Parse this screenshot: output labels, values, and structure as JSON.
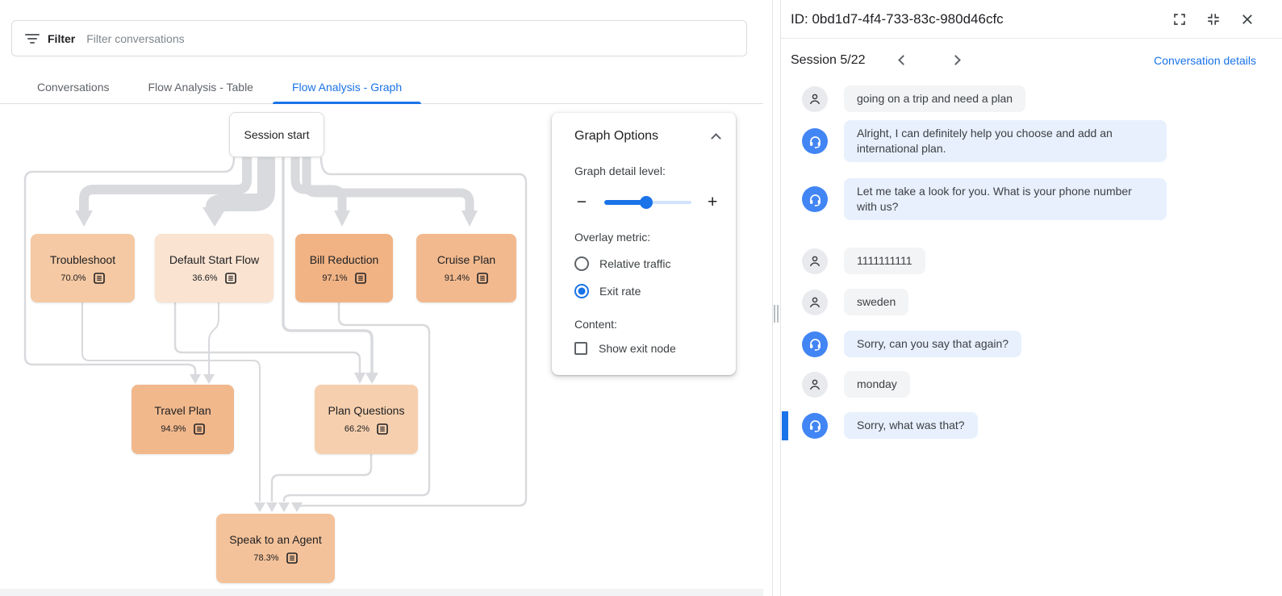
{
  "left_panel": {
    "filter": {
      "label": "Filter",
      "placeholder": "Filter conversations"
    },
    "tabs": [
      {
        "label": "Conversations",
        "active": false
      },
      {
        "label": "Flow Analysis - Table",
        "active": false
      },
      {
        "label": "Flow Analysis - Graph",
        "active": true
      }
    ],
    "graph": {
      "start_node": {
        "label": "Session start"
      },
      "nodes": [
        {
          "label": "Troubleshoot",
          "exit_rate": "70.0%",
          "color": "#f5c9a3"
        },
        {
          "label": "Default Start Flow",
          "exit_rate": "36.6%",
          "color": "#fae3d0"
        },
        {
          "label": "Bill Reduction",
          "exit_rate": "97.1%",
          "color": "#f1b384"
        },
        {
          "label": "Cruise Plan",
          "exit_rate": "91.4%",
          "color": "#f2b98e"
        },
        {
          "label": "Travel Plan",
          "exit_rate": "94.9%",
          "color": "#f1b88c"
        },
        {
          "label": "Plan Questions",
          "exit_rate": "66.2%",
          "color": "#f6d0ae"
        },
        {
          "label": "Speak to an Agent",
          "exit_rate": "78.3%",
          "color": "#f4c29a"
        }
      ]
    },
    "graph_options": {
      "title": "Graph Options",
      "detail_label": "Graph detail level:",
      "minus": "−",
      "plus": "+",
      "slider_value_pct": 48,
      "overlay_label": "Overlay metric:",
      "radios": [
        {
          "label": "Relative traffic",
          "selected": false
        },
        {
          "label": "Exit rate",
          "selected": true
        }
      ],
      "content_label": "Content:",
      "checkbox_label": "Show exit node",
      "checkbox_checked": false
    }
  },
  "right_panel": {
    "title": "ID: 0bd1d7-4f4-733-83c-980d46cfc",
    "session": {
      "label": "Session 5/22",
      "details_link": "Conversation details"
    },
    "messages": [
      {
        "role": "user",
        "text": "going on a trip and need a plan",
        "selected": false
      },
      {
        "role": "bot",
        "text": "Alright, I can definitely help you choose and add an international plan.",
        "selected": false
      },
      {
        "role": "bot",
        "text": "Let me take a look for you. What is your phone number with us?",
        "selected": false
      },
      {
        "role": "user",
        "text": "1111111111",
        "selected": false
      },
      {
        "role": "user",
        "text": "sweden",
        "selected": false
      },
      {
        "role": "bot",
        "text": "Sorry, can you say that again?",
        "selected": false
      },
      {
        "role": "user",
        "text": "monday",
        "selected": false
      },
      {
        "role": "bot",
        "text": "Sorry, what was that?",
        "selected": true
      }
    ]
  },
  "colors": {
    "accent": "#1a73e8",
    "bot_avatar": "#4285f4",
    "bot_bubble": "#e8f0fe",
    "user_bubble": "#f3f4f6",
    "edge": "#d9dadd",
    "tab_active": "#1a73e8"
  }
}
